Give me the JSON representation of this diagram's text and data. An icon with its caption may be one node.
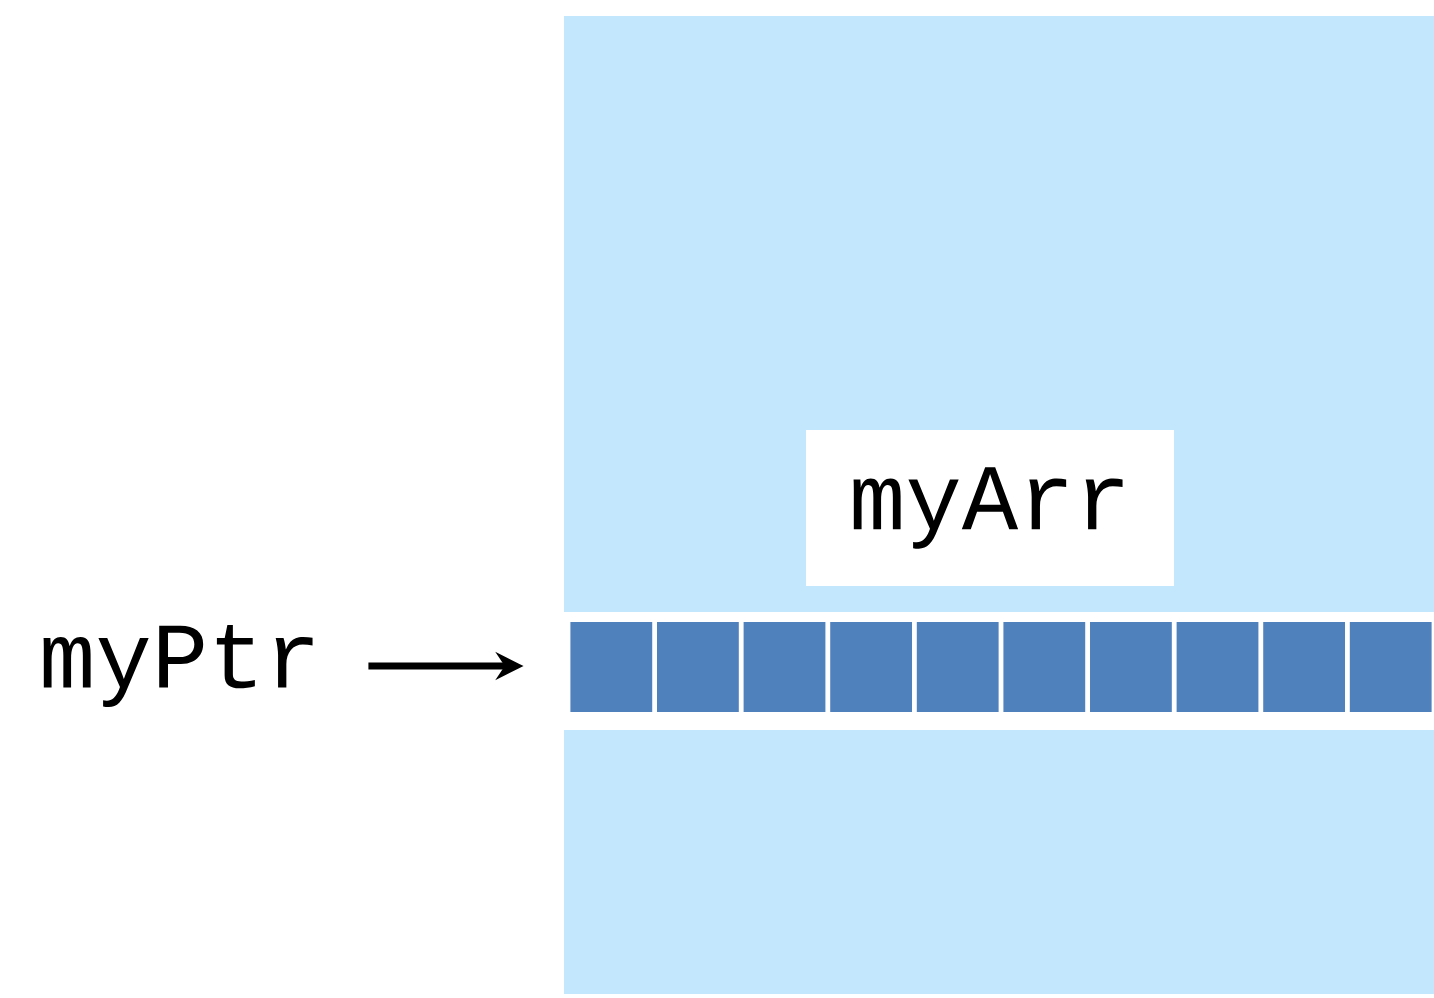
{
  "diagram": {
    "nodes": [
      {
        "text": [],
        "shape": "box"
      },
      {
        "text": [
          "myArr"
        ],
        "in": 0
      },
      {
        "text": [],
        "shape": "bar",
        "in": 0
      },
      {
        "text": [
          "myPtr"
        ]
      }
    ],
    "edges": [
      {
        "from": 3,
        "to": 2,
        "arrow": "to"
      }
    ]
  }
}
